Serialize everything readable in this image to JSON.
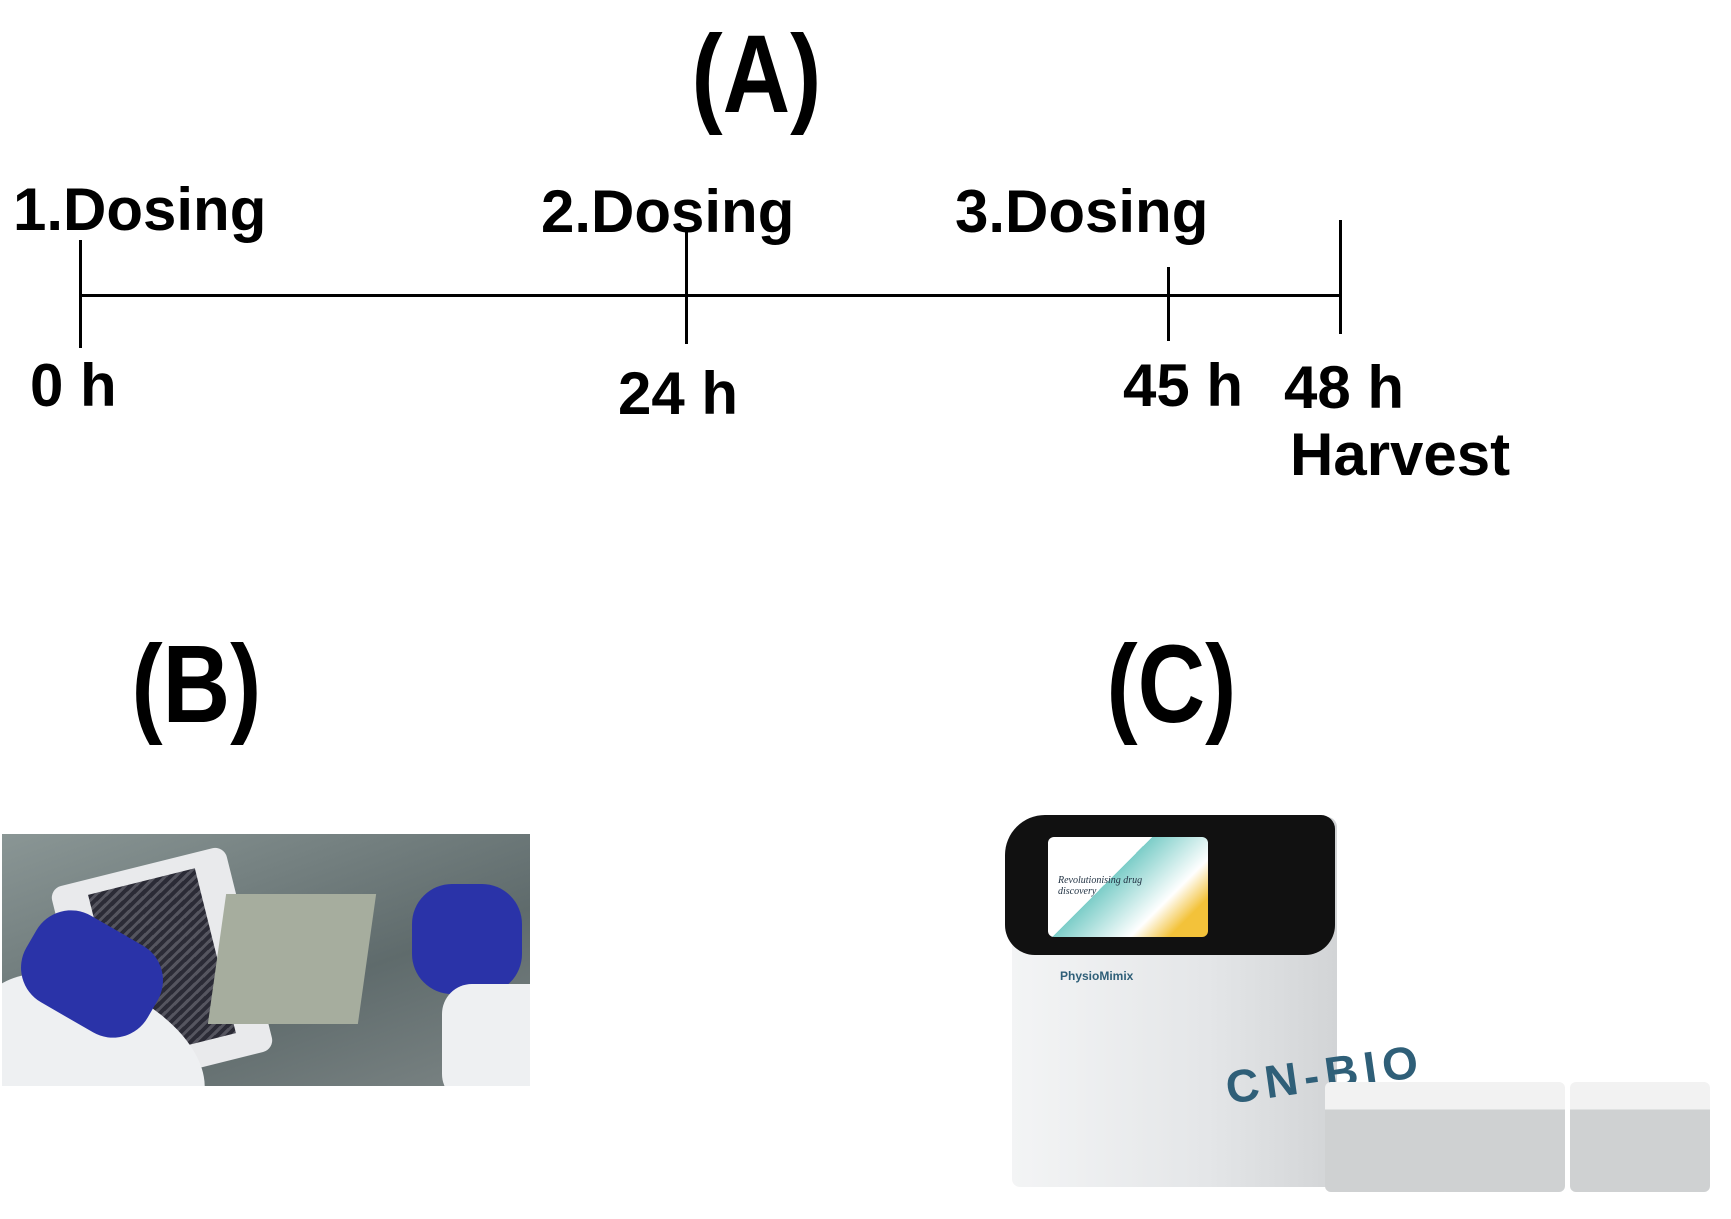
{
  "panels": {
    "a": "(A)",
    "b": "(B)",
    "c": "(C)"
  },
  "timeline": {
    "events": [
      {
        "label": "1.Dosing",
        "time": "0 h",
        "hours": 0
      },
      {
        "label": "2.Dosing",
        "time": "24 h",
        "hours": 24
      },
      {
        "label": "3.Dosing",
        "time": "45 h",
        "hours": 45
      },
      {
        "label": "Harvest",
        "time": "48 h",
        "hours": 48
      }
    ]
  },
  "device": {
    "brand": "CN-BIO",
    "product": "PhysioMimix",
    "screen_text": "Revolutionising drug discovery"
  },
  "colors": {
    "glove": "#2a33a8",
    "brand": "#2f5f78"
  }
}
